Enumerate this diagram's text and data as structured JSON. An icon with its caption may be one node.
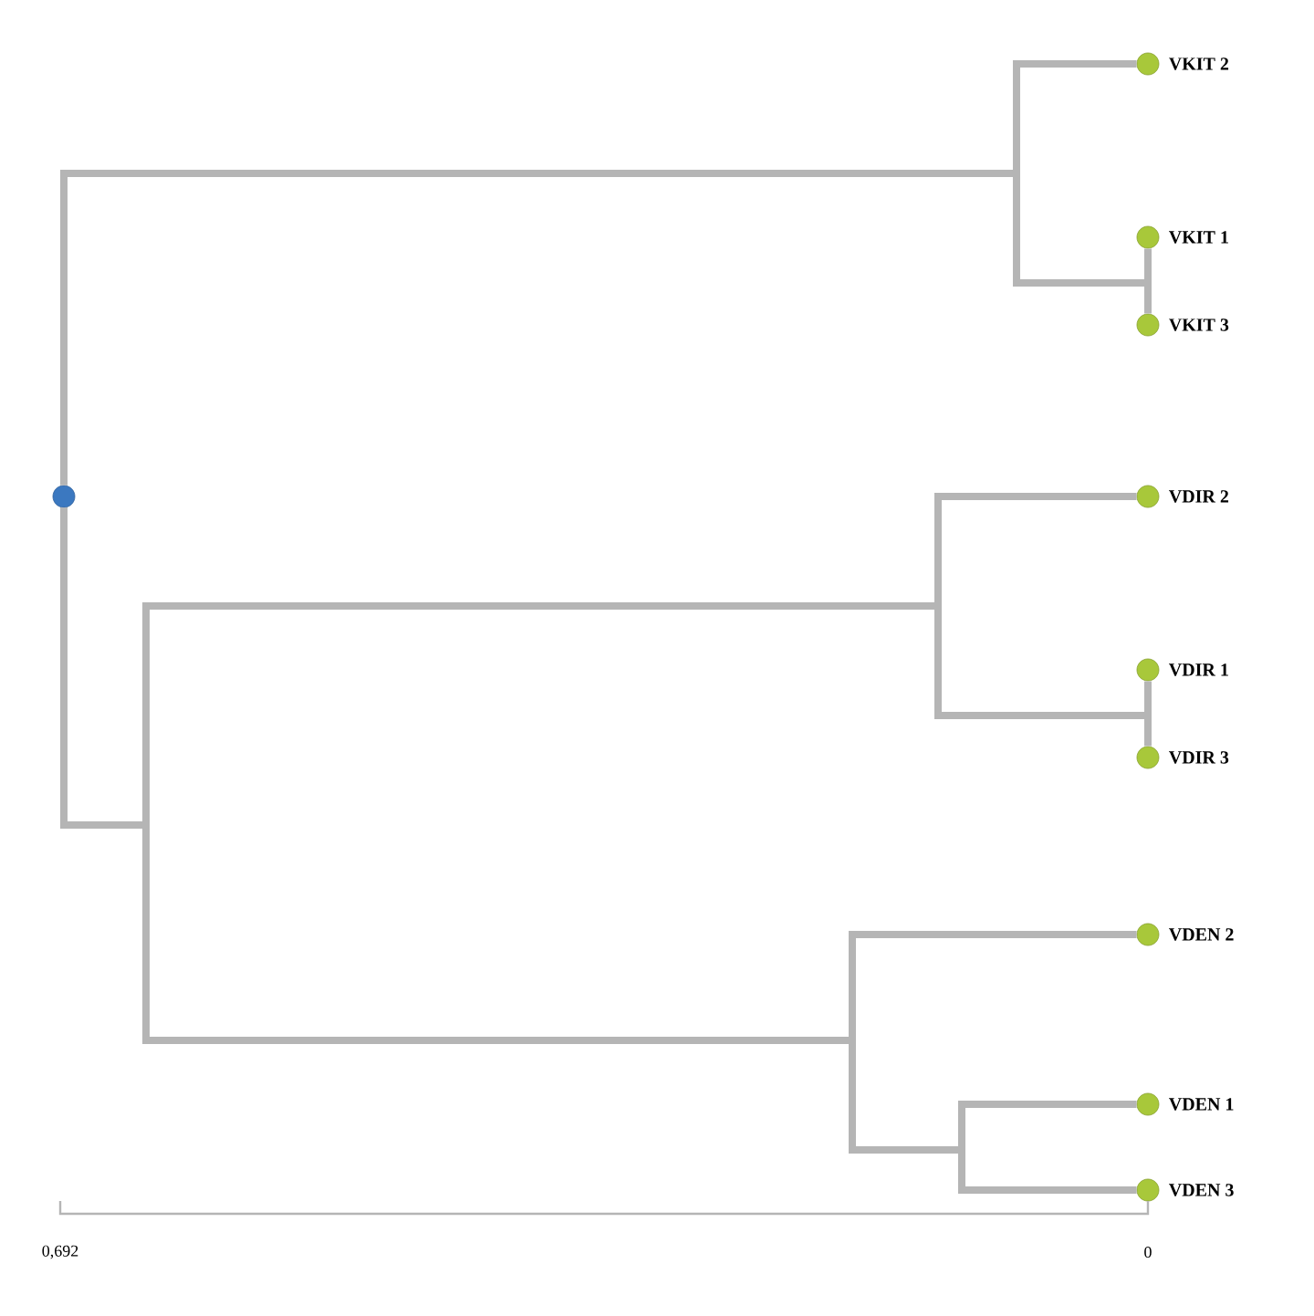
{
  "diagram": {
    "nodes": [
      {
        "text": [],
        "shape": "circle"
      },
      {
        "text": [],
        "shape": "circle",
        "beside": [
          "VKIT 2"
        ]
      },
      {
        "text": [],
        "shape": "circle",
        "beside": [
          "VKIT 1"
        ]
      },
      {
        "text": [],
        "shape": "circle",
        "beside": [
          "VKIT 3"
        ]
      },
      {
        "text": [],
        "shape": "circle",
        "beside": [
          "VDIR 2"
        ]
      },
      {
        "text": [],
        "shape": "circle",
        "beside": [
          "VDIR 1"
        ]
      },
      {
        "text": [],
        "shape": "circle",
        "beside": [
          "VDIR 3"
        ]
      },
      {
        "text": [],
        "shape": "circle",
        "beside": [
          "VDEN 2"
        ]
      },
      {
        "text": [],
        "shape": "circle",
        "beside": [
          "VDEN 1"
        ]
      },
      {
        "text": [],
        "shape": "circle",
        "beside": [
          "VDEN 3"
        ]
      }
    ],
    "edges": [
      {
        "from": 0,
        "to": 1,
        "arrow": "none"
      },
      {
        "from": 0,
        "to": 2,
        "arrow": "none"
      },
      {
        "from": 0,
        "to": 3,
        "arrow": "none"
      },
      {
        "from": 0,
        "to": 4,
        "arrow": "none"
      },
      {
        "from": 0,
        "to": 5,
        "arrow": "none"
      },
      {
        "from": 0,
        "to": 6,
        "arrow": "none"
      },
      {
        "from": 0,
        "to": 7,
        "arrow": "none"
      },
      {
        "from": 0,
        "to": 8,
        "arrow": "none"
      },
      {
        "from": 0,
        "to": 9,
        "arrow": "none"
      }
    ],
    "labels": [
      "0,692",
      "0"
    ]
  }
}
